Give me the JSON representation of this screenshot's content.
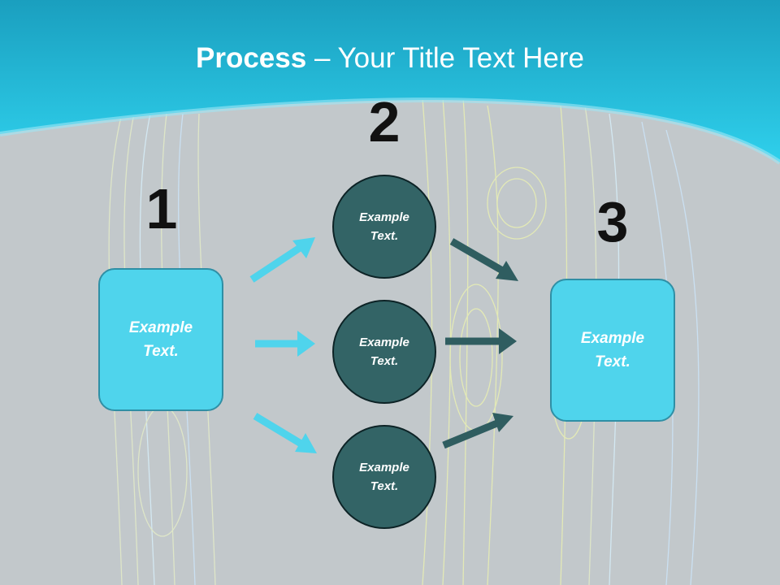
{
  "slide": {
    "title_bold": "Process",
    "title_rest": " – Your Title Text Here"
  },
  "steps": {
    "one": {
      "number": "1",
      "box_text": "Example Text."
    },
    "two": {
      "number": "2",
      "circles": [
        "Example Text.",
        "Example Text.",
        "Example Text."
      ]
    },
    "three": {
      "number": "3",
      "box_text": "Example Text."
    }
  },
  "colors": {
    "header": "#2ec4e2",
    "box_fill": "#4fd4ec",
    "circle_fill": "#336466",
    "arrow_light": "#4fd4ec",
    "arrow_dark": "#2f5d60"
  }
}
